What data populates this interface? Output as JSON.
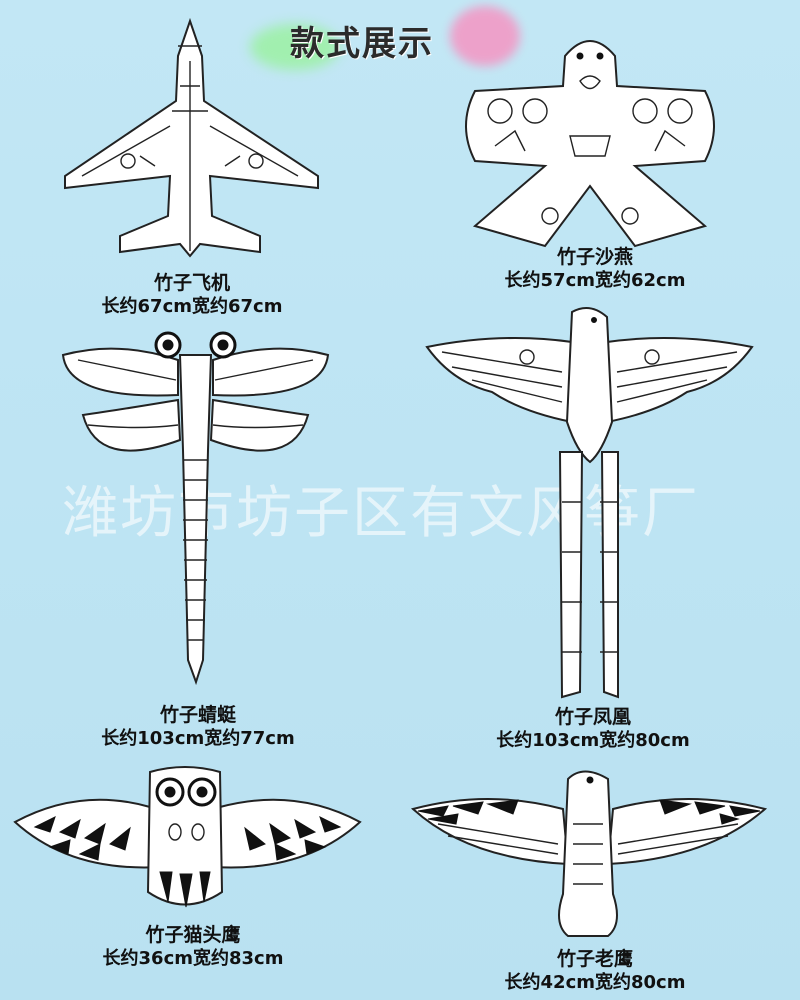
{
  "header": {
    "title": "款式展示"
  },
  "watermark": "潍坊市坊子区有文风筝厂",
  "items": [
    {
      "icon": "airplane-kite-icon",
      "name": "竹子飞机",
      "size": "长约67cm宽约67cm"
    },
    {
      "icon": "swallow-kite-icon",
      "name": "竹子沙燕",
      "size": "长约57cm宽约62cm"
    },
    {
      "icon": "dragonfly-kite-icon",
      "name": "竹子蜻蜓",
      "size": "长约103cm宽约77cm"
    },
    {
      "icon": "phoenix-kite-icon",
      "name": "竹子凤凰",
      "size": "长约103cm宽约80cm"
    },
    {
      "icon": "owl-kite-icon",
      "name": "竹子猫头鹰",
      "size": "长约36cm宽约83cm"
    },
    {
      "icon": "eagle-kite-icon",
      "name": "竹子老鹰",
      "size": "长约42cm宽约80cm"
    }
  ]
}
